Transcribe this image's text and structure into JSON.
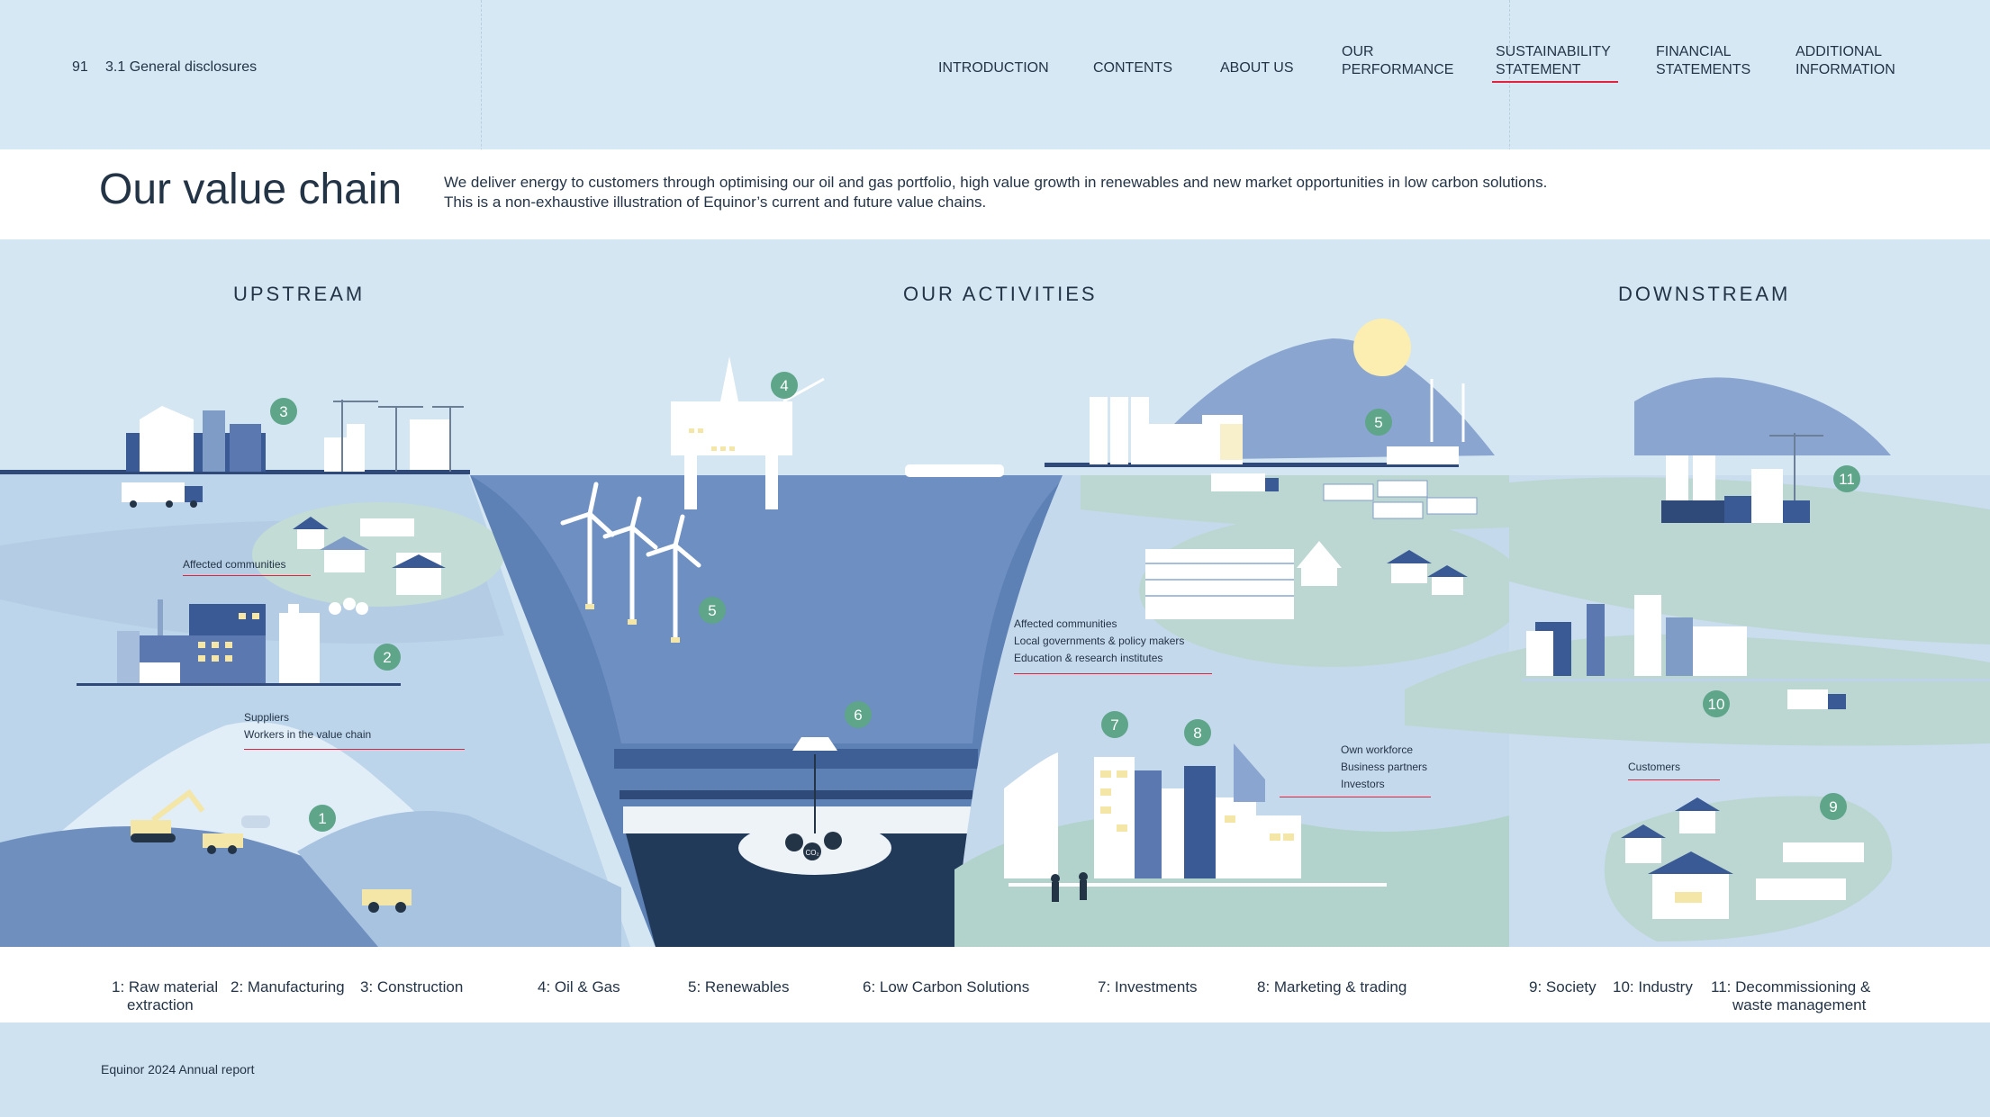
{
  "header": {
    "page_number": "91",
    "section": "3.1 General disclosures",
    "nav": [
      {
        "line1": "INTRODUCTION",
        "line2": ""
      },
      {
        "line1": "CONTENTS",
        "line2": ""
      },
      {
        "line1": "ABOUT US",
        "line2": ""
      },
      {
        "line1": "OUR",
        "line2": "PERFORMANCE"
      },
      {
        "line1": "SUSTAINABILITY",
        "line2": "STATEMENT"
      },
      {
        "line1": "FINANCIAL",
        "line2": "STATEMENTS"
      },
      {
        "line1": "ADDITIONAL",
        "line2": "INFORMATION"
      }
    ]
  },
  "intro": {
    "title": "Our value chain",
    "line1": "We deliver energy to customers through optimising our oil and gas portfolio, high value growth in renewables and new market opportunities in low carbon solutions.",
    "line2": "This is a non-exhaustive illustration of Equinor’s current and future value chains."
  },
  "headings": {
    "upstream": "UPSTREAM",
    "activities": "OUR ACTIVITIES",
    "downstream": "DOWNSTREAM"
  },
  "captions": {
    "affected": "Affected communities",
    "suppliers_1": "Suppliers",
    "suppliers_2": "Workers in the value chain",
    "stake_1": "Affected communities",
    "stake_2": "Local governments & policy makers",
    "stake_3": "Education & research institutes",
    "own_1": "Own workforce",
    "own_2": "Business partners",
    "own_3": "Investors",
    "customers": "Customers"
  },
  "badges": [
    "1",
    "2",
    "3",
    "4",
    "5",
    "5",
    "6",
    "7",
    "8",
    "9",
    "10",
    "11"
  ],
  "co2": "CO₂",
  "legend": {
    "l1a": "1: Raw material",
    "l1b": "extraction",
    "l2": "2: Manufacturing",
    "l3": "3: Construction",
    "l4": "4: Oil & Gas",
    "l5": "5: Renewables",
    "l6": "6: Low Carbon  Solutions",
    "l7": "7: Investments",
    "l8": "8: Marketing & trading",
    "l9": "9: Society",
    "l10": "10: Industry",
    "l11a": "11: Decommissioning &",
    "l11b": "waste management"
  },
  "footer": "Equinor 2024 Annual report",
  "colors": {
    "badge": "#5ea58a",
    "accent_red": "#e2233d",
    "navy": "#243447",
    "sea": "#5b80b4",
    "land": "#b9d3e7"
  }
}
